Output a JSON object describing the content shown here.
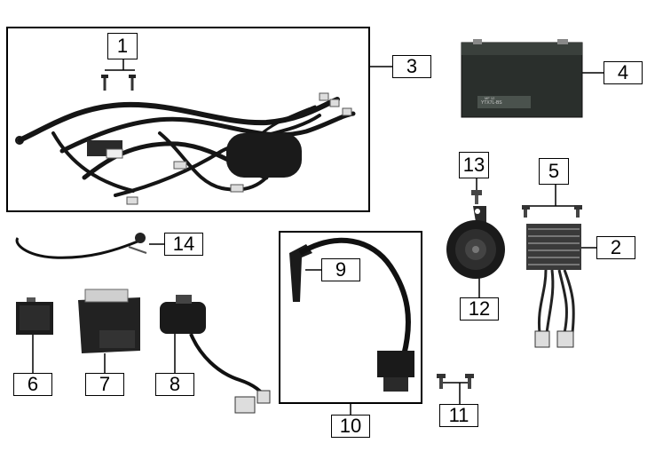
{
  "callouts": {
    "c1": "1",
    "c2": "2",
    "c3": "3",
    "c4": "4",
    "c5": "5",
    "c6": "6",
    "c7": "7",
    "c8": "8",
    "c9": "9",
    "c10": "10",
    "c11": "11",
    "c12": "12",
    "c13": "13",
    "c14": "14"
  },
  "battery": {
    "label_small": "YTX7L-BS",
    "label_top": "MF 12"
  },
  "colors": {
    "line": "#000000",
    "part_dark": "#1c1c1c",
    "part_mid": "#555555",
    "part_light": "#cfcfcf",
    "battery_body": "#2a2f2c"
  }
}
